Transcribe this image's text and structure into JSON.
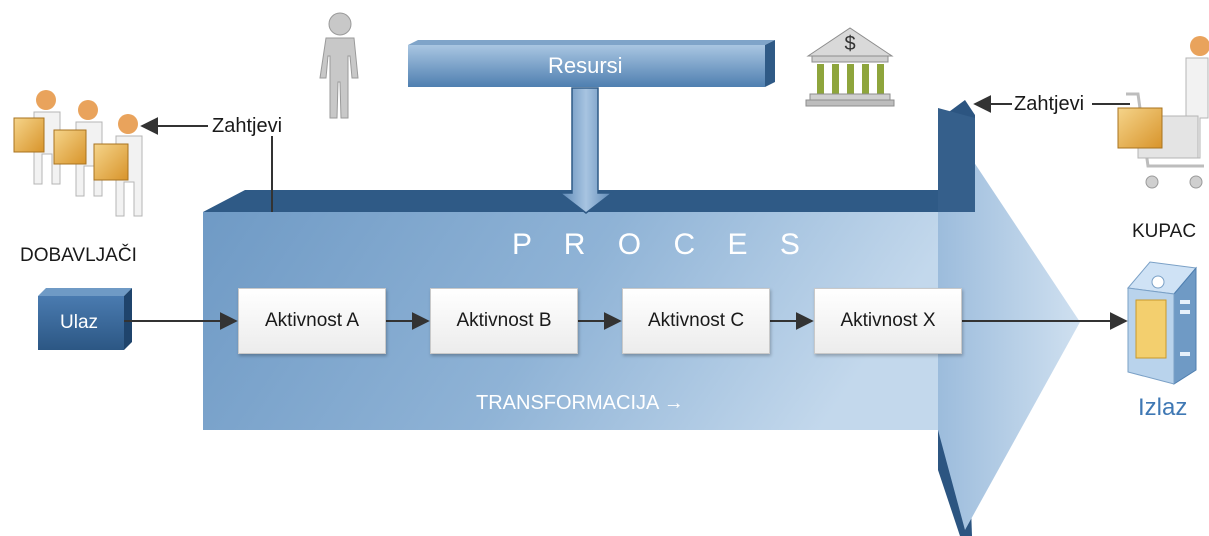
{
  "process": {
    "title": "P R O C E S",
    "transformation": "TRANSFORMACIJA →",
    "input": "Ulaz",
    "output": "Izlaz",
    "resources": "Resursi",
    "activities": [
      "Aktivnost A",
      "Aktivnost B",
      "Aktivnost C",
      "Aktivnost X"
    ]
  },
  "suppliers": {
    "label": "DOBAVLJAČI",
    "requirements": "Zahtjevi"
  },
  "customer": {
    "label": "KUPAC",
    "requirements": "Zahtjevi"
  },
  "icons": [
    "person-icon",
    "bank-icon",
    "supplier-group-icon",
    "customer-cart-icon",
    "server-output-icon"
  ],
  "colors": {
    "arrow_light": "#b7cfe6",
    "arrow_mid": "#7aa3cb",
    "arrow_dark": "#365f8a",
    "label_blue": "#3f78b4",
    "flow_line": "#333333"
  }
}
